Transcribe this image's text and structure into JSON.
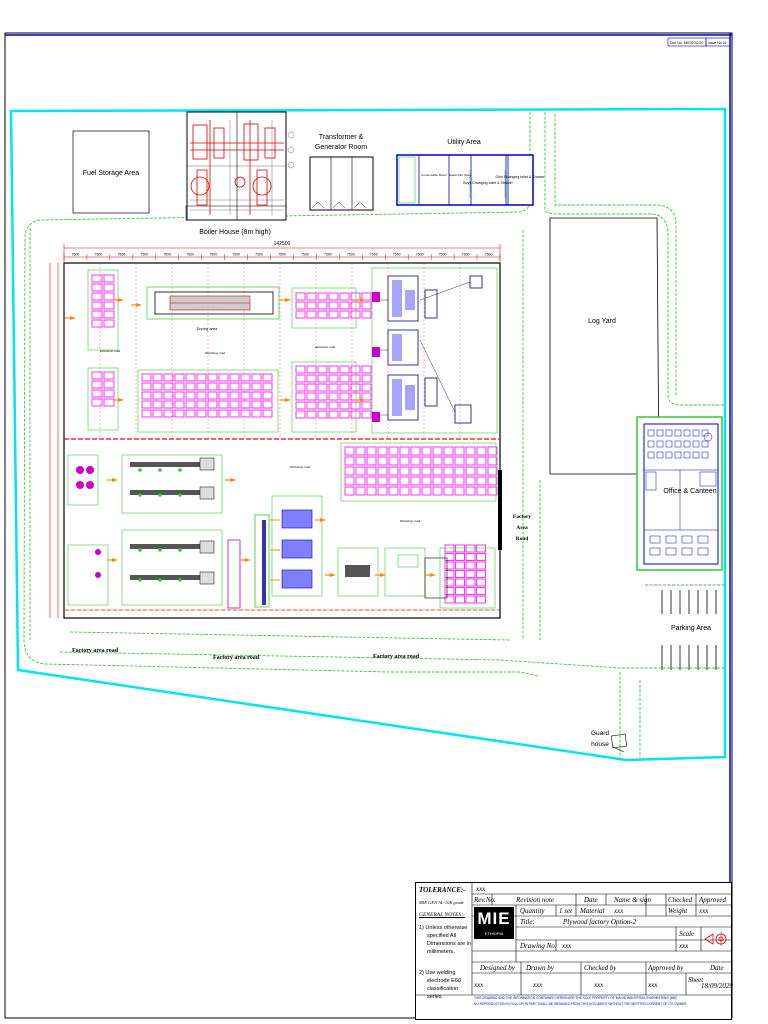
{
  "header": {
    "doc_no_label": "Doc No. MIE/SOC/20",
    "issue_label": "Issue No.01"
  },
  "site": {
    "fuel_storage": "Fuel Storage Area",
    "boiler_house": "Boiler House (8m high)",
    "transformer": [
      "Transformer &",
      "Generator Room"
    ],
    "utility": "Utility Area",
    "utility_rooms": [
      "Consumable Room",
      "Spare Part Store",
      "Boys Changing toilet & Shower",
      "Girls Changing toilet & Shower"
    ],
    "log_yard": "Log Yard",
    "office": "Office & Canteen",
    "parking": "Parking Area",
    "guard_house": [
      "Guard",
      "house"
    ],
    "roads": [
      "Factory area road",
      "Factory area road",
      "Factory area road"
    ],
    "road_right": [
      "Factory",
      "Area",
      "Road"
    ],
    "workshop_road": "Workshop road",
    "drying_area": "Drying area",
    "total_dim": "142500",
    "bay_dims": [
      "7500",
      "7500",
      "7500",
      "7500",
      "7500",
      "7500",
      "7500",
      "7500",
      "7500",
      "7500",
      "7500",
      "7500",
      "7500",
      "7500",
      "7500",
      "7500",
      "7500",
      "7500",
      "7500"
    ]
  },
  "titleblock": {
    "tolerance": "TOLERANCE:-",
    "tolerance_sub": "MIE GEN'AL-10K grade",
    "general_notes": "GENERAL NOTES:-",
    "note1": [
      "1)  Unless otherwise",
      "specified All",
      "Dimensions are in",
      "millimeters."
    ],
    "note2": [
      "2)  Use welding",
      "electrode E60",
      "classification",
      "series."
    ],
    "xxx": "xxx",
    "rev_no": "Rev.No.",
    "revision_note": "Revision note",
    "date": "Date",
    "name_sign": "Name & sign",
    "checked": "Checked",
    "approved": "Approved",
    "quantity": "Quantity",
    "quantity_val": "1 set",
    "material": "Material",
    "material_val": "xxx",
    "weight": "Weight",
    "weight_val": "xxx",
    "title_label": "Title:",
    "title_val": "Plywood factory Option-2",
    "scale": "Scale",
    "scale_val": "xxx",
    "drawing_no": "Drawing No:",
    "drawing_no_val": "xxx",
    "designed_by": "Designed by",
    "drawn_by": "Drawn by",
    "checked_by": "Checked by",
    "approved_by": "Approved by",
    "date_label": "Date",
    "date_val": "18/09/2020",
    "sheet": "Sheet",
    "logo_text": "MIE",
    "logo_sub": "ETHIOPIA",
    "disclaimer1": "THIS DRAWING AND THE INFORMATION CONTAINED HEREIN ARE THE SOLE PROPERTY OF MAHIS INDUSTRIAL ENGINEERING (MIE)",
    "disclaimer2": "NO REPRODUCTION IN FULL OR IN PART SHALL BE OBTAINED FROM THIS DOCUMENT WITHOUT THE WRITTEN CONSENT OF ITS OWNER."
  },
  "colors": {
    "cyan": "#00e5ee",
    "green": "#33cc33",
    "magenta": "#ff00ff",
    "red": "#ff0000",
    "blue": "#0000cc",
    "orange": "#ff8800"
  }
}
